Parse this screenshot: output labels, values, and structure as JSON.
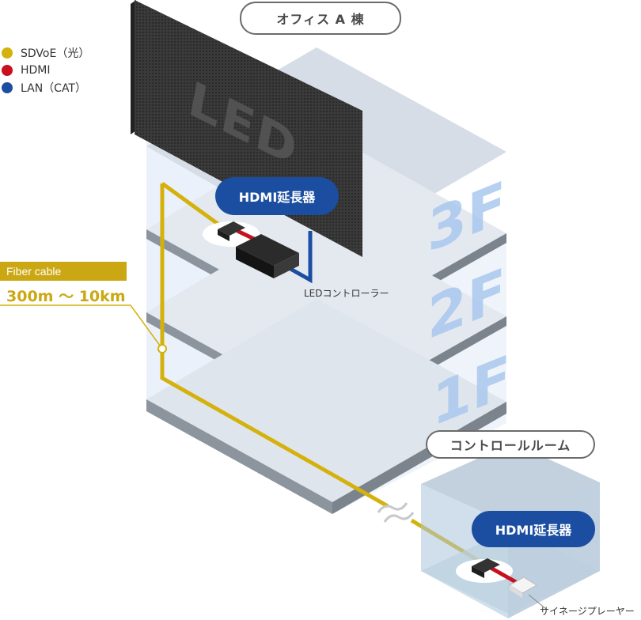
{
  "building_title": "オフィス A 棟",
  "control_room_title": "コントロールルーム",
  "legend": [
    {
      "label": "SDVoE（光）",
      "color": "#d4b10d"
    },
    {
      "label": "HDMI",
      "color": "#c8101e"
    },
    {
      "label": "LAN（CAT）",
      "color": "#1b4ea0"
    }
  ],
  "led_label": "LED",
  "hdmi_extender_label": "HDMI延長器",
  "led_controller_label": "LEDコントローラー",
  "signage_player_label": "サイネージプレーヤー",
  "fiber": {
    "tag": "Fiber cable",
    "length": "300m ～ 10km"
  },
  "floors": [
    "3F",
    "2F",
    "1F"
  ],
  "colors": {
    "fiber": "#d4b10d",
    "hdmi": "#c8101e",
    "lan": "#1b4ea0",
    "bubble": "#1b4ea0"
  }
}
